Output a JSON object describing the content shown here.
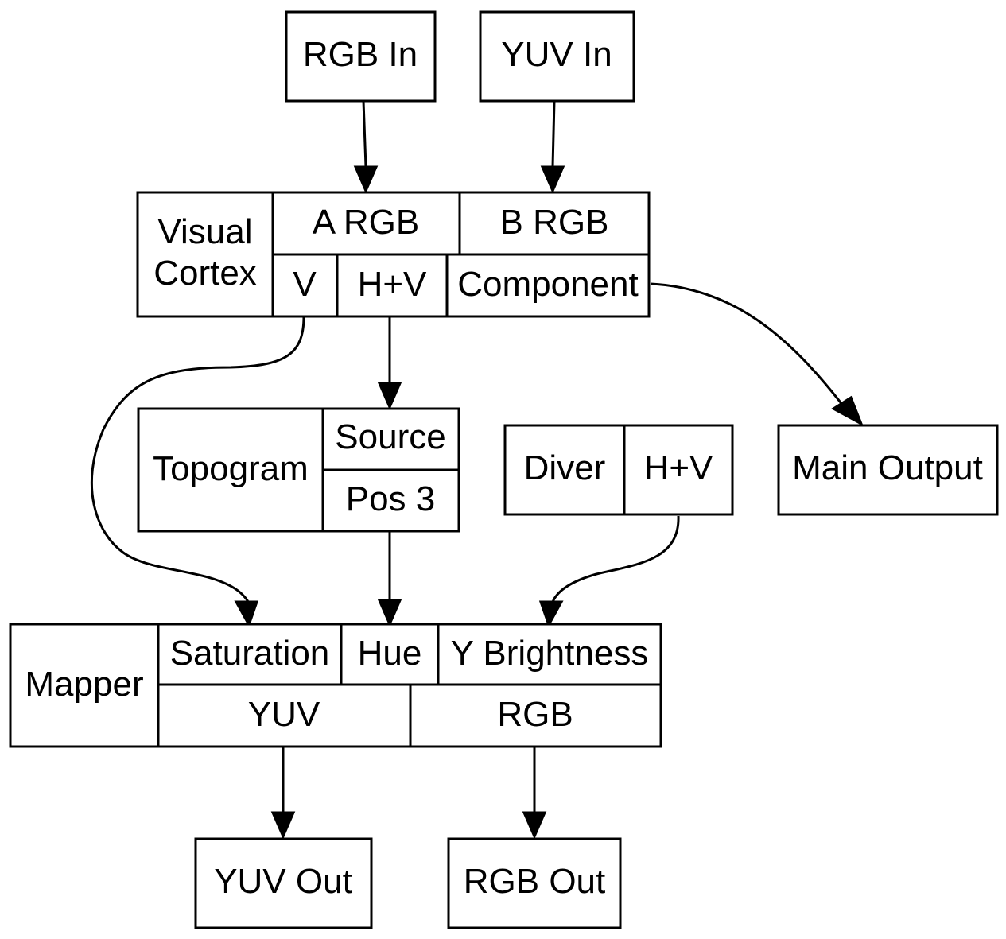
{
  "nodes": {
    "rgb_in": {
      "label": "RGB In"
    },
    "yuv_in": {
      "label": "YUV In"
    },
    "visual_cortex": {
      "title_line1": "Visual",
      "title_line2": "Cortex",
      "port_a_rgb": "A RGB",
      "port_b_rgb": "B RGB",
      "port_v": "V",
      "port_hv": "H+V",
      "port_component": "Component"
    },
    "topogram": {
      "title": "Topogram",
      "port_source": "Source",
      "port_pos3": "Pos 3"
    },
    "diver": {
      "title": "Diver",
      "port_hv": "H+V"
    },
    "main_output": {
      "label": "Main Output"
    },
    "mapper": {
      "title": "Mapper",
      "port_saturation": "Saturation",
      "port_hue": "Hue",
      "port_y_brightness": "Y Brightness",
      "port_yuv": "YUV",
      "port_rgb": "RGB"
    },
    "yuv_out": {
      "label": "YUV Out"
    },
    "rgb_out": {
      "label": "RGB Out"
    }
  },
  "edges": [
    {
      "from": "RGB In",
      "to": "Visual Cortex: A RGB"
    },
    {
      "from": "YUV In",
      "to": "Visual Cortex: B RGB"
    },
    {
      "from": "Visual Cortex: V",
      "to": "Mapper: Saturation"
    },
    {
      "from": "Visual Cortex: H+V",
      "to": "Topogram: Source"
    },
    {
      "from": "Visual Cortex: Component",
      "to": "Main Output"
    },
    {
      "from": "Topogram: Pos 3",
      "to": "Mapper: Hue"
    },
    {
      "from": "Diver: H+V",
      "to": "Mapper: Y Brightness"
    },
    {
      "from": "Mapper: YUV",
      "to": "YUV Out"
    },
    {
      "from": "Mapper: RGB",
      "to": "RGB Out"
    }
  ]
}
